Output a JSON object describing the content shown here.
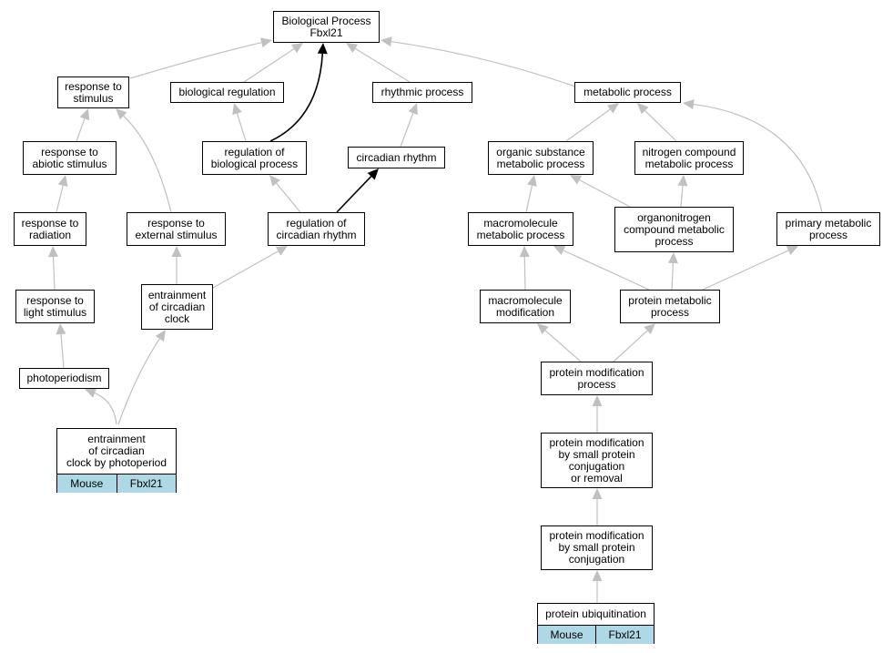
{
  "colors": {
    "edge": "#c0c0c0",
    "edge_strong": "#000000",
    "leaf_fill": "#add8e6"
  },
  "nodes": {
    "root": "Biological Process\nFbxl21",
    "response_to_stimulus": "response to\nstimulus",
    "biological_regulation": "biological regulation",
    "rhythmic_process": "rhythmic process",
    "metabolic_process": "metabolic process",
    "response_to_abiotic_stimulus": "response to\nabiotic stimulus",
    "regulation_of_biological_process": "regulation of\nbiological process",
    "circadian_rhythm": "circadian rhythm",
    "organic_substance_metabolic_process": "organic substance\nmetabolic process",
    "nitrogen_compound_metabolic_process": "nitrogen compound\nmetabolic process",
    "response_to_radiation": "response to\nradiation",
    "response_to_external_stimulus": "response to\nexternal stimulus",
    "regulation_of_circadian_rhythm": "regulation of\ncircadian rhythm",
    "macromolecule_metabolic_process": "macromolecule\nmetabolic process",
    "organonitrogen_compound_metabolic_process": "organonitrogen\ncompound metabolic\nprocess",
    "primary_metabolic_process": "primary metabolic\nprocess",
    "response_to_light_stimulus": "response to\nlight stimulus",
    "entrainment_of_circadian_clock": "entrainment\nof circadian\nclock",
    "macromolecule_modification": "macromolecule\nmodification",
    "protein_metabolic_process": "protein metabolic\nprocess",
    "photoperiodism": "photoperiodism",
    "protein_modification_process": "protein modification\nprocess",
    "protein_modification_by_small_protein_conjugation_or_removal": "protein modification\nby small protein\nconjugation\nor removal",
    "protein_modification_by_small_protein_conjugation": "protein modification\nby small protein\nconjugation"
  },
  "leaves": {
    "entrainment_by_photoperiod": {
      "label": "entrainment\nof circadian\nclock by photoperiod",
      "species": "Mouse",
      "gene": "Fbxl21"
    },
    "protein_ubiquitination": {
      "label": "protein ubiquitination",
      "species": "Mouse",
      "gene": "Fbxl21"
    }
  },
  "edges": [
    [
      "response_to_stimulus",
      "root",
      "normal"
    ],
    [
      "biological_regulation",
      "root",
      "normal"
    ],
    [
      "regulation_of_biological_process",
      "root",
      "strong"
    ],
    [
      "rhythmic_process",
      "root",
      "normal"
    ],
    [
      "metabolic_process",
      "root",
      "normal"
    ],
    [
      "response_to_abiotic_stimulus",
      "response_to_stimulus",
      "normal"
    ],
    [
      "response_to_external_stimulus",
      "response_to_stimulus",
      "normal"
    ],
    [
      "regulation_of_biological_process",
      "biological_regulation",
      "normal"
    ],
    [
      "circadian_rhythm",
      "rhythmic_process",
      "normal"
    ],
    [
      "organic_substance_metabolic_process",
      "metabolic_process",
      "normal"
    ],
    [
      "nitrogen_compound_metabolic_process",
      "metabolic_process",
      "normal"
    ],
    [
      "primary_metabolic_process",
      "metabolic_process",
      "normal"
    ],
    [
      "response_to_radiation",
      "response_to_abiotic_stimulus",
      "normal"
    ],
    [
      "regulation_of_circadian_rhythm",
      "regulation_of_biological_process",
      "normal"
    ],
    [
      "regulation_of_circadian_rhythm",
      "circadian_rhythm",
      "strong"
    ],
    [
      "macromolecule_metabolic_process",
      "organic_substance_metabolic_process",
      "normal"
    ],
    [
      "organonitrogen_compound_metabolic_process",
      "organic_substance_metabolic_process",
      "normal"
    ],
    [
      "organonitrogen_compound_metabolic_process",
      "nitrogen_compound_metabolic_process",
      "normal"
    ],
    [
      "response_to_light_stimulus",
      "response_to_radiation",
      "normal"
    ],
    [
      "entrainment_of_circadian_clock",
      "response_to_external_stimulus",
      "normal"
    ],
    [
      "entrainment_of_circadian_clock",
      "regulation_of_circadian_rhythm",
      "normal"
    ],
    [
      "macromolecule_modification",
      "macromolecule_metabolic_process",
      "normal"
    ],
    [
      "protein_metabolic_process",
      "macromolecule_metabolic_process",
      "normal"
    ],
    [
      "protein_metabolic_process",
      "organonitrogen_compound_metabolic_process",
      "normal"
    ],
    [
      "protein_metabolic_process",
      "primary_metabolic_process",
      "normal"
    ],
    [
      "photoperiodism",
      "response_to_light_stimulus",
      "normal"
    ],
    [
      "entrainment_by_photoperiod",
      "photoperiodism",
      "normal"
    ],
    [
      "entrainment_by_photoperiod",
      "entrainment_of_circadian_clock",
      "normal"
    ],
    [
      "protein_modification_process",
      "macromolecule_modification",
      "normal"
    ],
    [
      "protein_modification_process",
      "protein_metabolic_process",
      "normal"
    ],
    [
      "protein_modification_by_small_protein_conjugation_or_removal",
      "protein_modification_process",
      "normal"
    ],
    [
      "protein_modification_by_small_protein_conjugation",
      "protein_modification_by_small_protein_conjugation_or_removal",
      "normal"
    ],
    [
      "protein_ubiquitination",
      "protein_modification_by_small_protein_conjugation",
      "normal"
    ]
  ]
}
